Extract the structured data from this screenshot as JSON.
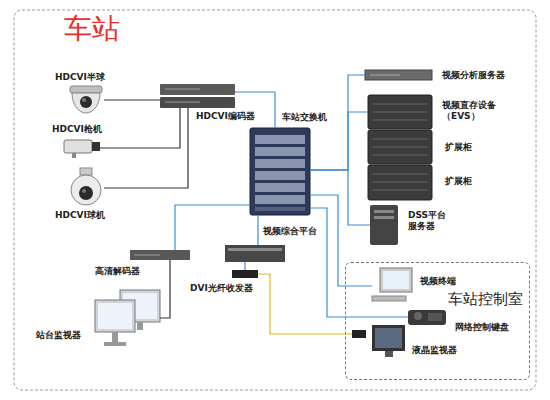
{
  "diagram": {
    "title": "车站",
    "nodes": [
      {
        "text": [
          "HDCVI半球"
        ]
      },
      {
        "text": [
          "HDCVI枪机"
        ]
      },
      {
        "text": [
          "HDCVI球机"
        ]
      },
      {
        "text": [
          "HDCVI编码器"
        ]
      },
      {
        "text": [
          "车站交换机"
        ]
      },
      {
        "text": [
          "视频分析服务器"
        ]
      },
      {
        "text": [
          "视频直存设备 （EVS）"
        ]
      },
      {
        "text": [
          "扩展柜"
        ]
      },
      {
        "text": [
          "扩展柜"
        ]
      },
      {
        "text": [
          "DSS平台 服务器"
        ]
      },
      {
        "text": [
          "视频综合平台"
        ]
      },
      {
        "text": [
          "高清解码器"
        ]
      },
      {
        "text": [
          "DVI光纤收发器"
        ]
      },
      {
        "text": [
          "站台监视器"
        ]
      },
      {
        "text": [
          "车站控制室"
        ]
      },
      {
        "text": [
          "视频终端"
        ],
        "in": 14
      },
      {
        "text": [
          "网络控制键盘"
        ],
        "in": 14
      },
      {
        "text": [
          "液晶监视器"
        ],
        "in": 14
      }
    ],
    "edges": [
      {
        "from": 0,
        "to": 3,
        "arrow": "none"
      },
      {
        "from": 1,
        "to": 3,
        "arrow": "none"
      },
      {
        "from": 2,
        "to": 3,
        "arrow": "none"
      },
      {
        "from": 3,
        "to": 4,
        "arrow": "none"
      },
      {
        "from": 4,
        "to": 5,
        "arrow": "none"
      },
      {
        "from": 4,
        "to": 6,
        "arrow": "none"
      },
      {
        "from": 4,
        "to": 9,
        "arrow": "none"
      },
      {
        "from": 4,
        "to": 11,
        "arrow": "none"
      },
      {
        "from": 4,
        "to": 10,
        "arrow": "none"
      },
      {
        "from": 4,
        "to": 15,
        "arrow": "none"
      },
      {
        "from": 4,
        "to": 16,
        "arrow": "none"
      },
      {
        "from": 10,
        "to": 12,
        "arrow": "none"
      },
      {
        "from": 11,
        "to": 13,
        "arrow": "none"
      },
      {
        "from": 12,
        "to": 17,
        "arrow": "none"
      }
    ]
  }
}
